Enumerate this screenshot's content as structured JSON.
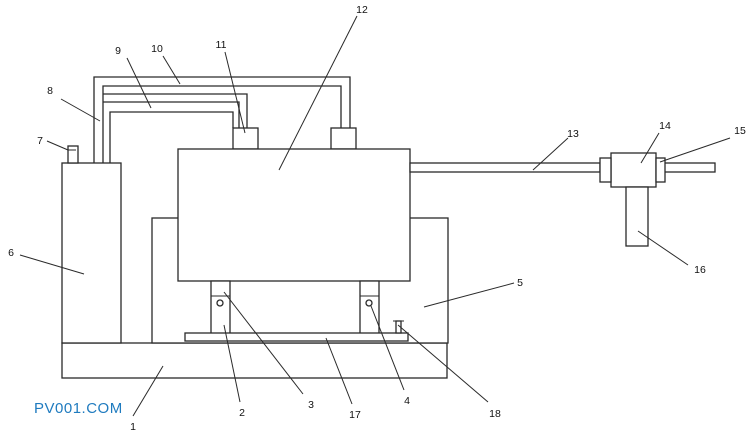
{
  "diagram": {
    "callouts": [
      "1",
      "2",
      "3",
      "4",
      "5",
      "6",
      "7",
      "8",
      "9",
      "10",
      "11",
      "12",
      "13",
      "14",
      "15",
      "16",
      "17",
      "18"
    ]
  },
  "watermark": {
    "text": "PV001.COM",
    "color": "#1f7bbf"
  }
}
